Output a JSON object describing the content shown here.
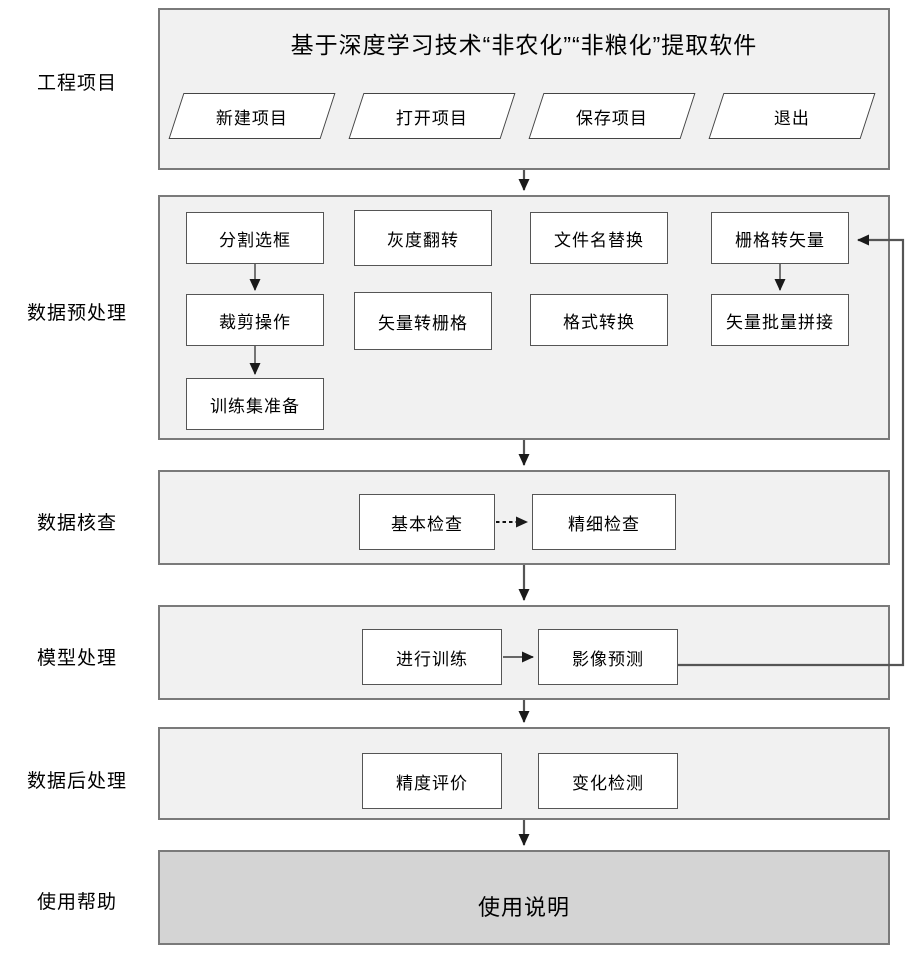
{
  "diagram": {
    "title": "基于深度学习技术“非农化”“非粮化”提取软件",
    "stages": [
      {
        "label": "工程项目"
      },
      {
        "label": "数据预处理"
      },
      {
        "label": "数据核查"
      },
      {
        "label": "模型处理"
      },
      {
        "label": "数据后处理"
      },
      {
        "label": "使用帮助"
      }
    ],
    "project_panel": {
      "buttons": [
        {
          "label": "新建项目"
        },
        {
          "label": "打开项目"
        },
        {
          "label": "保存项目"
        },
        {
          "label": "退出"
        }
      ]
    },
    "preprocess_panel": {
      "column1": [
        {
          "label": "分割选框"
        },
        {
          "label": "裁剪操作"
        },
        {
          "label": "训练集准备"
        }
      ],
      "column2": [
        {
          "label": "灰度翻转"
        },
        {
          "label": "矢量转栅格"
        }
      ],
      "column3": [
        {
          "label": "文件名替换"
        },
        {
          "label": "格式转换"
        }
      ],
      "column4": [
        {
          "label": "栅格转矢量"
        },
        {
          "label": "矢量批量拼接"
        }
      ]
    },
    "check_panel": {
      "nodes": [
        {
          "label": "基本检查"
        },
        {
          "label": "精细检查"
        }
      ]
    },
    "model_panel": {
      "nodes": [
        {
          "label": "进行训练"
        },
        {
          "label": "影像预测"
        }
      ]
    },
    "postprocess_panel": {
      "nodes": [
        {
          "label": "精度评价"
        },
        {
          "label": "变化检测"
        }
      ]
    },
    "help_panel": {
      "label": "使用说明"
    },
    "colors": {
      "panel_fill": "#f1f1f1",
      "help_fill": "#d4d4d4",
      "panel_border": "#7a7a7a",
      "node_fill": "#ffffff",
      "node_border": "#555555",
      "arrow": "#1a1a1a",
      "background": "#ffffff"
    }
  }
}
